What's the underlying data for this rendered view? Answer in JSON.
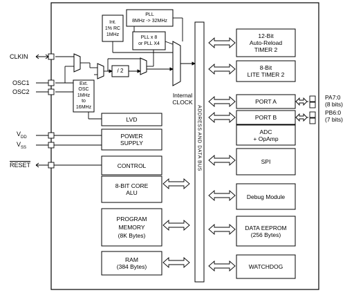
{
  "pins_left": {
    "clkin": "CLKIN",
    "osc1": "OSC1",
    "osc2": "OSC2",
    "vdd_main": "V",
    "vdd_sub": "DD",
    "vss_main": "V",
    "vss_sub": "SS",
    "reset": "RESET"
  },
  "clock": {
    "int_rc_line1": "Int.",
    "int_rc_line2": "1% RC",
    "int_rc_line3": "1MHz",
    "pll_line1": "PLL",
    "pll_line2": "8MHz -> 32MHz",
    "pllx_line1": "PLL x 8",
    "pllx_line2": "or PLL X4",
    "divider": "/ 2",
    "ext_osc_line1": "Ext.",
    "ext_osc_line2": "OSC",
    "ext_osc_line3": "1MHz",
    "ext_osc_line4": "to",
    "ext_osc_line5": "16MHz",
    "internal_clock_line1": "Internal",
    "internal_clock_line2": "CLOCK"
  },
  "left_blocks": {
    "lvd": "LVD",
    "power_line1": "POWER",
    "power_line2": "SUPPLY",
    "control": "CONTROL",
    "core_line1": "8-BIT CORE",
    "core_line2": "ALU",
    "pmem_line1": "PROGRAM",
    "pmem_line2": "MEMORY",
    "pmem_line3": "(8K Bytes)",
    "ram_line1": "RAM",
    "ram_line2": "(384 Bytes)"
  },
  "bus_label": "ADDRESS AND DATA BUS",
  "right_blocks": {
    "timer2_line1": "12-Bit",
    "timer2_line2": "Auto-Reload",
    "timer2_line3": "TIMER 2",
    "lite_line1": "8-Bit",
    "lite_line2": "LITE TIMER 2",
    "porta": "PORT A",
    "portb": "PORT B",
    "adc_line1": "ADC",
    "adc_line2": "+ OpAmp",
    "spi": "SPI",
    "debug": "Debug Module",
    "eeprom_line1": "DATA EEPROM",
    "eeprom_line2": "(256 Bytes)",
    "watchdog": "WATCHDOG"
  },
  "pins_right": {
    "pa_name": "PA7:0",
    "pa_bits": "(8 bits)",
    "pb_name": "PB6:0",
    "pb_bits": "(7 bits)"
  }
}
